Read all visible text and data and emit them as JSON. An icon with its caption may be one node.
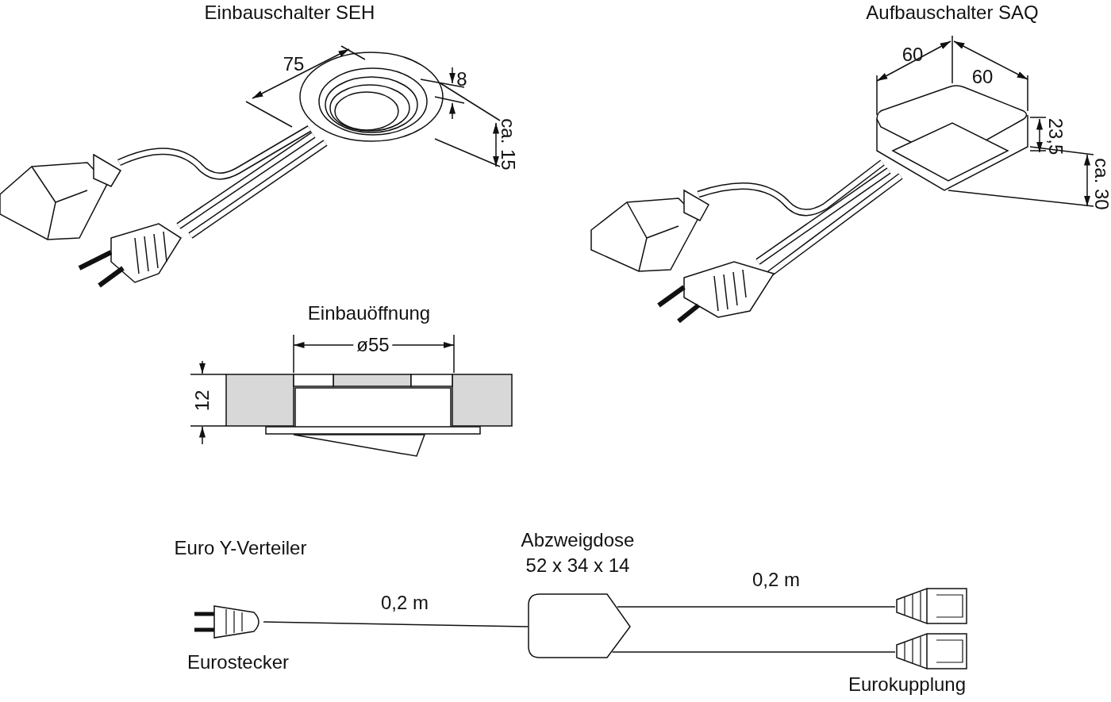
{
  "diagram": {
    "nodes": [
      {
        "text": [],
        "shape": "picture",
        "beside": [
          "Eurostecker"
        ]
      },
      {
        "text": [],
        "shape": "box",
        "beside": [
          "Abzweigdose",
          "52 x 34 x 14"
        ]
      },
      {
        "text": [],
        "shape": "picture"
      },
      {
        "text": [],
        "shape": "picture",
        "beside": [
          "Eurokupplung"
        ]
      }
    ],
    "edges": [
      {
        "from": 0,
        "to": 1,
        "arrow": "none",
        "label": "0,2 m"
      },
      {
        "from": 1,
        "to": 2,
        "arrow": "none",
        "label": "0,2 m"
      },
      {
        "from": 1,
        "to": 3,
        "arrow": "none"
      }
    ],
    "labels": [
      "Einbauschalter SEH",
      "75",
      "8",
      "ca. 15",
      "Aufbauschalter SAQ",
      "60",
      "60",
      "23,5",
      "ca. 30",
      "Einbauöffnung",
      "ø55",
      "12",
      "Euro Y-Verteiler"
    ]
  }
}
